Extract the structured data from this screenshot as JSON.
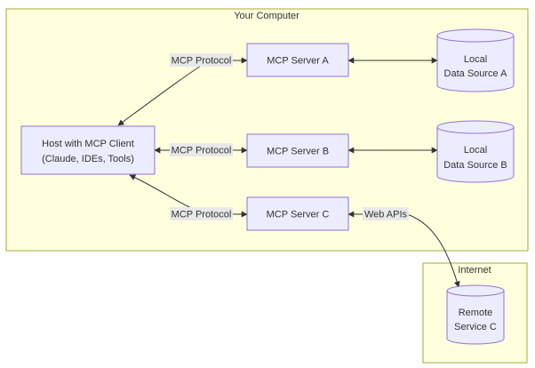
{
  "colors": {
    "cluster_fill": "#ffffde",
    "cluster_stroke": "#aaaa33",
    "node_fill": "#ececff",
    "node_stroke": "#9370db",
    "edge": "#333333",
    "edge_label_bg": "#e8e8e8",
    "text": "#333333"
  },
  "clusters": {
    "computer": {
      "title": "Your Computer"
    },
    "internet": {
      "title": "Internet"
    }
  },
  "nodes": {
    "host": {
      "line1": "Host with MCP Client",
      "line2": "(Claude, IDEs, Tools)"
    },
    "server_a": {
      "label": "MCP Server A"
    },
    "server_b": {
      "label": "MCP Server B"
    },
    "server_c": {
      "label": "MCP Server C"
    },
    "data_a": {
      "line1": "Local",
      "line2": "Data Source A"
    },
    "data_b": {
      "line1": "Local",
      "line2": "Data Source B"
    },
    "remote_c": {
      "line1": "Remote",
      "line2": "Service C"
    }
  },
  "edge_labels": {
    "a": "MCP Protocol",
    "b": "MCP Protocol",
    "c": "MCP Protocol",
    "web": "Web APIs"
  }
}
